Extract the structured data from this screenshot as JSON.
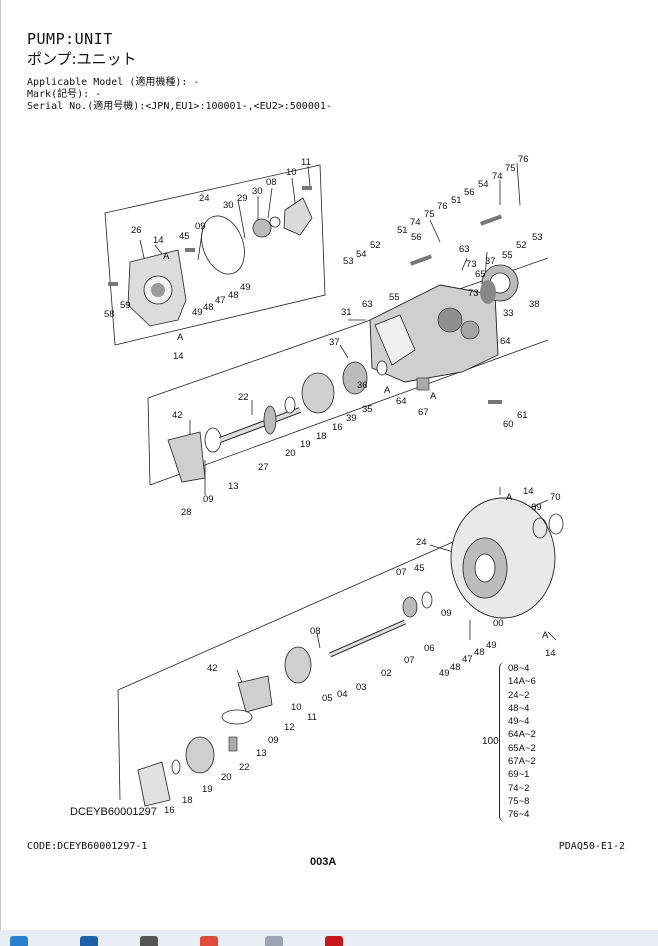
{
  "header": {
    "title_en": "PUMP:UNIT",
    "title_jp": "ポンプ:ユニット",
    "applicable_model": "Applicable Model (適用機種): -",
    "mark": "Mark(記号): -",
    "serial_no": "Serial No.(適用号機):<JPN,EU1>:100001-,<EU2>:500001-"
  },
  "callouts": {
    "n11": "11",
    "n10": "10",
    "n08": "08",
    "n30": "30",
    "n29": "29",
    "n24": "24",
    "n30b": "30",
    "n09": "09",
    "n26": "26",
    "n14": "14",
    "n45": "45",
    "nA1": "A",
    "n59": "59",
    "n58": "58",
    "n49": "49",
    "n48": "48",
    "n47": "47",
    "n48b": "48",
    "n49b": "49",
    "nA2": "A",
    "n14b": "14",
    "n76": "76",
    "n75": "75",
    "n74": "74",
    "n56": "56",
    "n54": "54",
    "n51": "51",
    "n53": "53",
    "n52": "52",
    "n55": "55",
    "n76b": "76",
    "n75b": "75",
    "n74b": "74",
    "n56b": "56",
    "n51b": "51",
    "n52b": "52",
    "n54b": "54",
    "n53b": "53",
    "n63": "63",
    "n73": "73",
    "n65": "65",
    "n37": "37",
    "n38": "38",
    "n73b": "73",
    "n55b": "55",
    "n63b": "63",
    "n31": "31",
    "n33": "33",
    "n64": "64",
    "n37b": "37",
    "n36": "36",
    "n35": "35",
    "n39": "39",
    "nA3": "A",
    "n64b": "64",
    "nA4": "A",
    "n67": "67",
    "n61": "61",
    "n60": "60",
    "n22": "22",
    "n42": "42",
    "n16": "16",
    "n18": "18",
    "n19": "19",
    "n20": "20",
    "n27": "27",
    "n13": "13",
    "n09b": "09",
    "n28": "28",
    "n14c": "14",
    "nA5": "A",
    "n70": "70",
    "n69": "69",
    "n24b": "24",
    "n07": "07",
    "n45b": "45",
    "n09c": "09",
    "n00": "00",
    "nA6": "A",
    "n14d": "14",
    "n08b": "08",
    "n05": "05",
    "n04": "04",
    "n03": "03",
    "n02": "02",
    "n07b": "07",
    "n06": "06",
    "n49c": "49",
    "n48c": "48",
    "n47b": "47",
    "n48d": "48",
    "n49d": "49",
    "n42b": "42",
    "n10b": "10",
    "n11b": "11",
    "n12": "12",
    "n09d": "09",
    "n13b": "13",
    "n22b": "22",
    "n20b": "20",
    "n19b": "19",
    "n18b": "18",
    "n16b": "16"
  },
  "kit": {
    "label": "100",
    "items": [
      "08~4",
      "14A~6",
      "24~2",
      "48~4",
      "49~4",
      "64A~2",
      "65A~2",
      "67A~2",
      "69~1",
      "74~2",
      "75~8",
      "76~4"
    ]
  },
  "footer": {
    "image_code": "DCEYB60001297",
    "code": "CODE:DCEYB60001297-1",
    "doc_ref": "PDAQ50-E1-2",
    "page": "003A"
  },
  "colors": {
    "ink": "#111111",
    "part_fill": "#d9d9d9",
    "part_dark": "#8a8a8a",
    "taskbar": "#e9eef4"
  }
}
